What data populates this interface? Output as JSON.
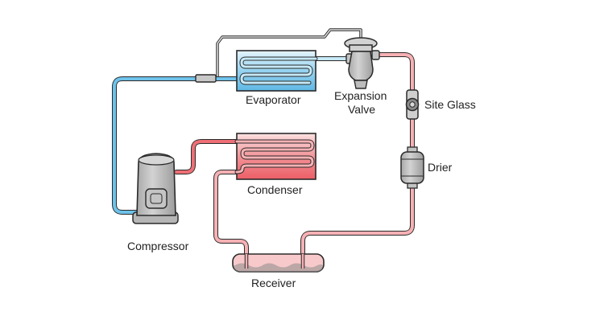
{
  "labels": {
    "evaporator": "Evaporator",
    "expansion_valve_line1": "Expansion",
    "expansion_valve_line2": "Valve",
    "site_glass": "Site Glass",
    "drier": "Drier",
    "condenser": "Condenser",
    "compressor": "Compressor",
    "receiver": "Receiver"
  },
  "colors": {
    "suction_line": "#6ec2ea",
    "evaporator_line": "#c6e9f7",
    "discharge_line": "#ee6f76",
    "liquid_line": "#f6b1b4",
    "evaporator_fill": "#5fb8e4",
    "condenser_fill": "#ec5e66",
    "component_gray": "#c9c9c9"
  },
  "icons": {
    "compressor": "compressor-icon",
    "expansion_valve": "expansion-valve-icon",
    "site_glass": "site-glass-icon",
    "drier": "drier-icon",
    "receiver": "receiver-tank-icon",
    "sensing_bulb": "sensing-bulb-icon"
  }
}
